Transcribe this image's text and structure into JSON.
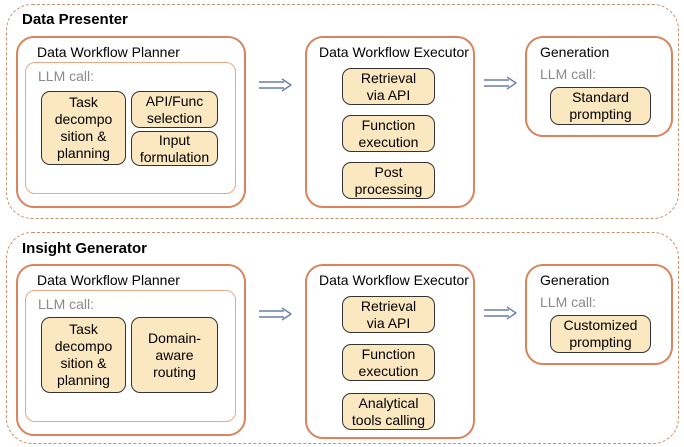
{
  "sections": [
    {
      "title": "Data Presenter",
      "planner": {
        "title": "Data Workflow Planner",
        "llm_label": "LLM call:",
        "boxes": [
          "Task\ndecompo\nsition &\nplanning",
          "API/Func\nselection",
          "Input\nformulation"
        ]
      },
      "executor": {
        "title": "Data Workflow Executor",
        "boxes": [
          "Retrieval\nvia API",
          "Function\nexecution",
          "Post\nprocessing"
        ]
      },
      "generation": {
        "title": "Generation",
        "llm_label": "LLM call:",
        "box": "Standard\nprompting"
      }
    },
    {
      "title": "Insight Generator",
      "planner": {
        "title": "Data Workflow Planner",
        "llm_label": "LLM call:",
        "boxes": [
          "Task\ndecompo\nsition &\nplanning",
          "Domain-\naware\nrouting"
        ]
      },
      "executor": {
        "title": "Data Workflow Executor",
        "boxes": [
          "Retrieval\nvia API",
          "Function\nexecution",
          "Analytical\ntools calling"
        ]
      },
      "generation": {
        "title": "Generation",
        "llm_label": "LLM call:",
        "box": "Customized\nprompting"
      }
    }
  ],
  "colors": {
    "panel_border": "#d9845a",
    "section_border": "#c8916b",
    "box_fill": "#fbe7c0",
    "arrow": "#6b7fa8"
  },
  "icons": {
    "arrow": "double-line-right-arrow"
  }
}
